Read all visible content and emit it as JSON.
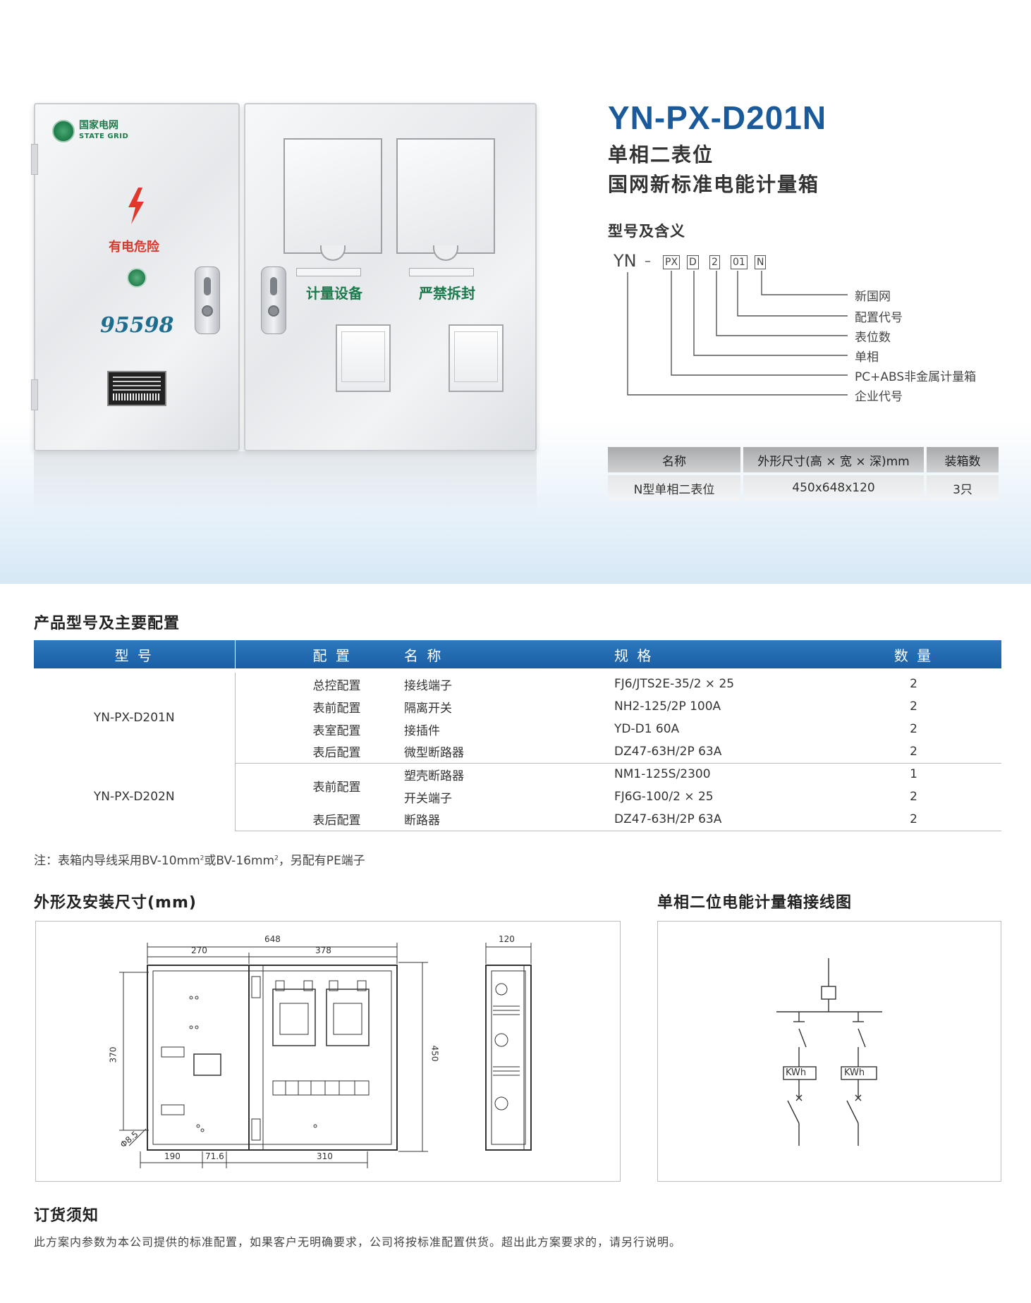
{
  "product": {
    "logo_cn": "国家电网",
    "logo_en": "STATE GRID",
    "danger_label": "有电危险",
    "hotline": "95598",
    "door_label_left": "计量设备",
    "door_label_right": "严禁拆封"
  },
  "header": {
    "title": "YN-PX-D201N",
    "subtitle_1": "单相二表位",
    "subtitle_2": "国网新标准电能计量箱"
  },
  "model_meaning": {
    "heading": "型号及含义",
    "prefix": "YN",
    "dash": "–",
    "codes": [
      "PX",
      "D",
      "2",
      "01",
      "N"
    ],
    "descriptions": [
      "新国网",
      "配置代号",
      "表位数",
      "单相",
      "PC+ABS非金属计量箱",
      "企业代号"
    ]
  },
  "spec_table": {
    "headers": [
      "名称",
      "外形尺寸(高 × 宽 × 深)mm",
      "装箱数"
    ],
    "row": [
      "N型单相二表位",
      "450x648x120",
      "3只"
    ]
  },
  "config": {
    "heading": "产品型号及主要配置",
    "headers": [
      "型 号",
      "配 置",
      "名 称",
      "规 格",
      "数 量"
    ],
    "groups": [
      {
        "model": "YN-PX-D201N",
        "rows": [
          [
            "总控配置",
            "接线端子",
            "FJ6/JTS2E-35/2 × 25",
            "2"
          ],
          [
            "表前配置",
            "隔离开关",
            "NH2-125/2P 100A",
            "2"
          ],
          [
            "表室配置",
            "接插件",
            "YD-D1 60A",
            "2"
          ],
          [
            "表后配置",
            "微型断路器",
            "DZ47-63H/2P 63A",
            "2"
          ]
        ]
      },
      {
        "model": "YN-PX-D202N",
        "merged_config": "表前配置",
        "rows": [
          [
            "",
            "塑壳断路器",
            "NM1-125S/2300",
            "1"
          ],
          [
            "",
            "开关端子",
            "FJ6G-100/2 × 25",
            "2"
          ],
          [
            "表后配置",
            "断路器",
            "DZ47-63H/2P 63A",
            "2"
          ]
        ]
      }
    ],
    "note_a": "注：表箱内导线采用BV-10mm",
    "note_b": "或BV-16mm",
    "note_c": "，另配有PE端子",
    "sup": "2"
  },
  "dimensions": {
    "heading": "外形及安装尺寸(mm)",
    "labels": {
      "total_width": "648",
      "left_width": "270",
      "right_width": "378",
      "depth": "120",
      "left_height": "370",
      "total_height": "450",
      "bottom_left": "190",
      "bottom_mid": "71.6",
      "bottom_right": "310",
      "hole": "Φ8.5"
    }
  },
  "wiring": {
    "heading": "单相二位电能计量箱接线图",
    "meter_label": "KWh"
  },
  "order": {
    "heading": "订货须知",
    "text": "此方案内参数为本公司提供的标准配置，如果客户无明确要求，公司将按标准配置供货。超出此方案要求的，请另行说明。"
  }
}
